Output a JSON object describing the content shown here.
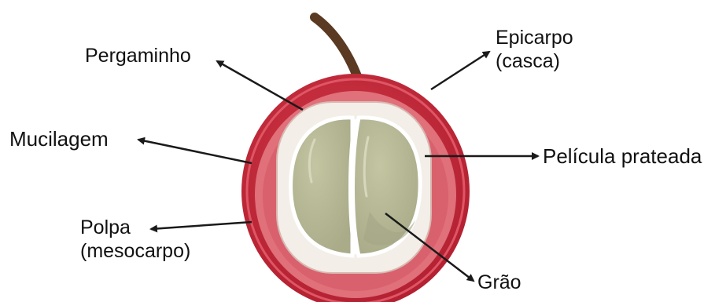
{
  "labels": {
    "pergaminho": "Pergaminho",
    "epicarpo_line1": "Epicarpo",
    "epicarpo_line2": "(casca)",
    "mucilagem": "Mucilagem",
    "pelicula": "Película prateada",
    "polpa_line1": "Polpa",
    "polpa_line2": "(mesocarpo)",
    "grao": "Grão"
  },
  "colors": {
    "epicarp": "#c8293a",
    "epicarp_dark": "#a81f2e",
    "pulp": "#e0707a",
    "parchment": "#f3eee8",
    "silverskin": "#ffffff",
    "bean": "#b8b996",
    "bean_shadow": "#a3a585",
    "stem": "#5a3a22",
    "arrow": "#1a1a1a"
  }
}
